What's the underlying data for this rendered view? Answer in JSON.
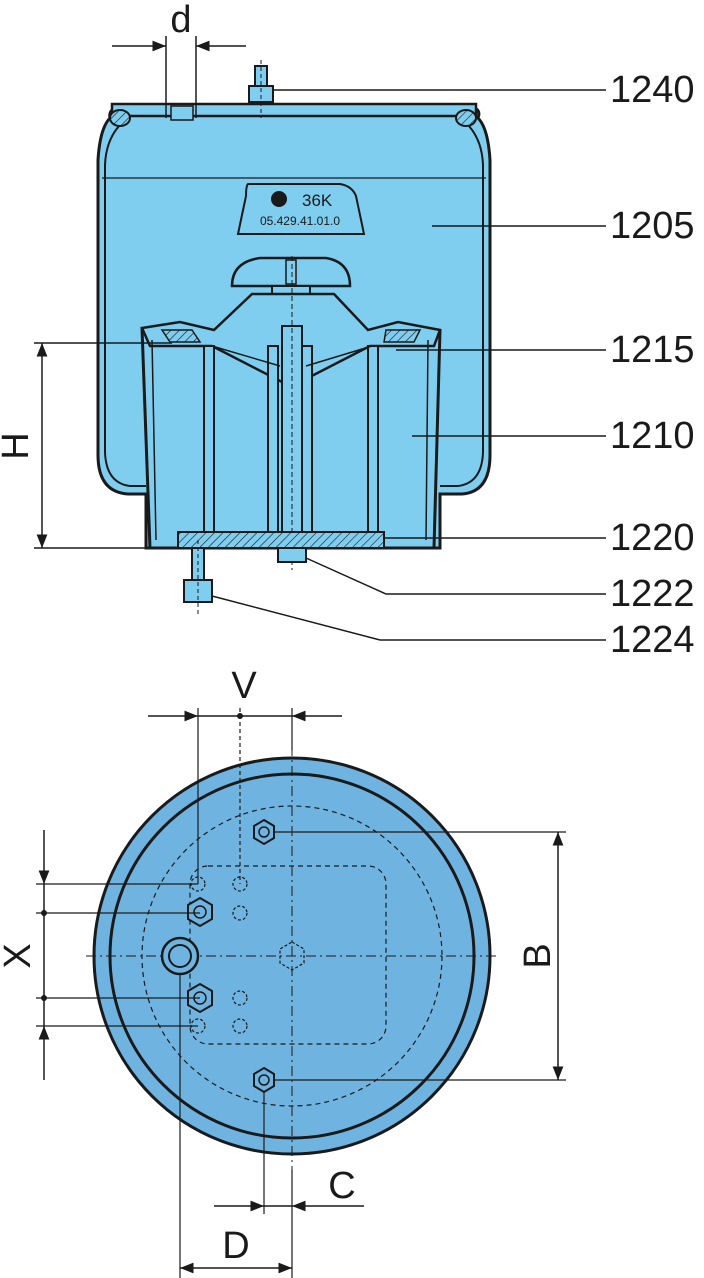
{
  "colors": {
    "body_fill": "#7fcdef",
    "bottom_fill": "#6fb4e0",
    "outline": "#1a1a1a",
    "background": "#ffffff"
  },
  "side_view": {
    "callouts": [
      {
        "id": "1240",
        "label": "1240"
      },
      {
        "id": "1205",
        "label": "1205"
      },
      {
        "id": "1215",
        "label": "1215"
      },
      {
        "id": "1210",
        "label": "1210"
      },
      {
        "id": "1220",
        "label": "1220"
      },
      {
        "id": "1222",
        "label": "1222"
      },
      {
        "id": "1224",
        "label": "1224"
      }
    ],
    "dimensions": {
      "d": "d",
      "H": "H"
    },
    "badge": {
      "logo": "bpw-logo-icon",
      "size_code": "36K",
      "part_number": "05.429.41.01.0"
    }
  },
  "bottom_view": {
    "dimensions": {
      "V": "V",
      "X": "X",
      "B": "B",
      "C": "C",
      "D": "D"
    }
  }
}
